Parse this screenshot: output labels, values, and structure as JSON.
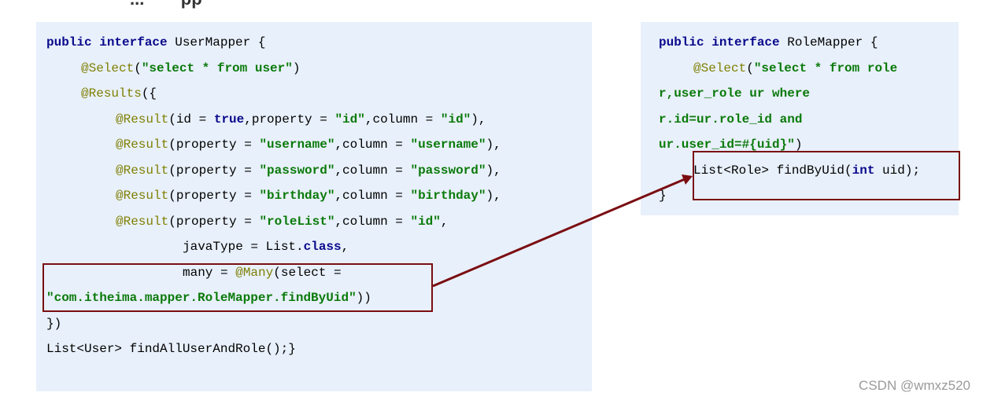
{
  "top_fragment": "... · · · pp",
  "left": {
    "l1": {
      "kw": "public interface",
      "rest": " UserMapper {"
    },
    "l2": {
      "ann": "@Select",
      "p1": "(",
      "str": "\"select * from user\"",
      "p2": ")"
    },
    "l3": {
      "ann": "@Results",
      "rest": "({"
    },
    "l4": {
      "ann": "@Result",
      "p1": "(id = ",
      "kw": "true",
      "p2": ",property = ",
      "s1": "\"id\"",
      "p3": ",column = ",
      "s2": "\"id\"",
      "p4": "),"
    },
    "l5": {
      "ann": "@Result",
      "p1": "(property = ",
      "s1": "\"username\"",
      "p2": ",column = ",
      "s2": "\"username\"",
      "p3": "),"
    },
    "l6": {
      "ann": "@Result",
      "p1": "(property = ",
      "s1": "\"password\"",
      "p2": ",column = ",
      "s2": "\"password\"",
      "p3": "),"
    },
    "l7": {
      "ann": "@Result",
      "p1": "(property = ",
      "s1": "\"birthday\"",
      "p2": ",column = ",
      "s2": "\"birthday\"",
      "p3": "),"
    },
    "l8": {
      "ann": "@Result",
      "p1": "(property = ",
      "s1": "\"roleList\"",
      "p2": ",column = ",
      "s2": "\"id\"",
      "p3": ","
    },
    "l9": {
      "p1": "javaType = List.",
      "kw": "class",
      "p2": ","
    },
    "l10": {
      "p1": "many = ",
      "ann": "@Many",
      "p2": "(select ="
    },
    "l11": {
      "str": "\"com.itheima.mapper.RoleMapper.findByUid\"",
      "p1": "))"
    },
    "l12": "})",
    "l13": "List<User> findAllUserAndRole();}"
  },
  "right": {
    "l1": {
      "kw": "public interface",
      "rest": " RoleMapper {"
    },
    "l2": {
      "ann": "@Select",
      "p1": "(",
      "str": "\"select * from role"
    },
    "l3": "r,user_role ur where",
    "l4": "r.id=ur.role_id and",
    "l5": {
      "str": "ur.user_id=#{uid}\"",
      "p1": ")"
    },
    "l6": {
      "p1": "List<Role> findByUid(",
      "kw": "int",
      "p2": " uid);"
    },
    "l7": "}"
  },
  "watermark": "CSDN @wmxz520",
  "colors": {
    "panel": "#e8f0fb",
    "keyword": "#0a0a8c",
    "annotation": "#7f7f00",
    "string": "#0a7a0a",
    "highlight": "#7a0d12"
  }
}
